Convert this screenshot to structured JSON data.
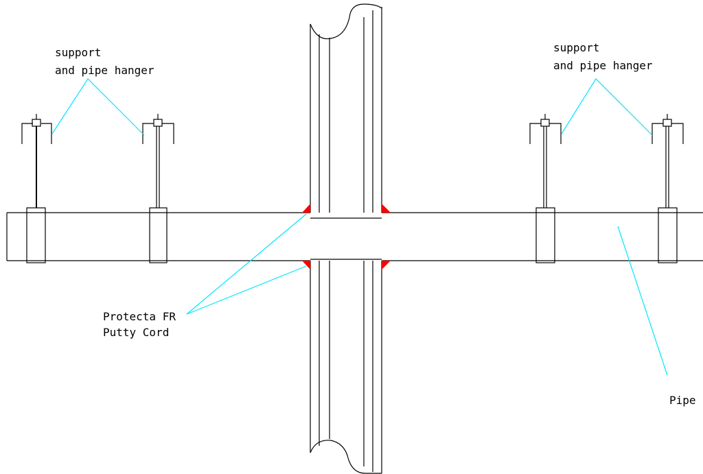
{
  "labels": {
    "hanger_left_line1": "support",
    "hanger_left_line2": "and pipe hanger",
    "hanger_right_line1": "support",
    "hanger_right_line2": "and pipe hanger",
    "putty_line1": "Protecta FR",
    "putty_line2": "Putty Cord",
    "pipe": "Pipe"
  },
  "colors": {
    "linework": "#000000",
    "leader_lines": "#00e5ff",
    "putty_seal": "#ff0000",
    "background": "#ffffff"
  }
}
